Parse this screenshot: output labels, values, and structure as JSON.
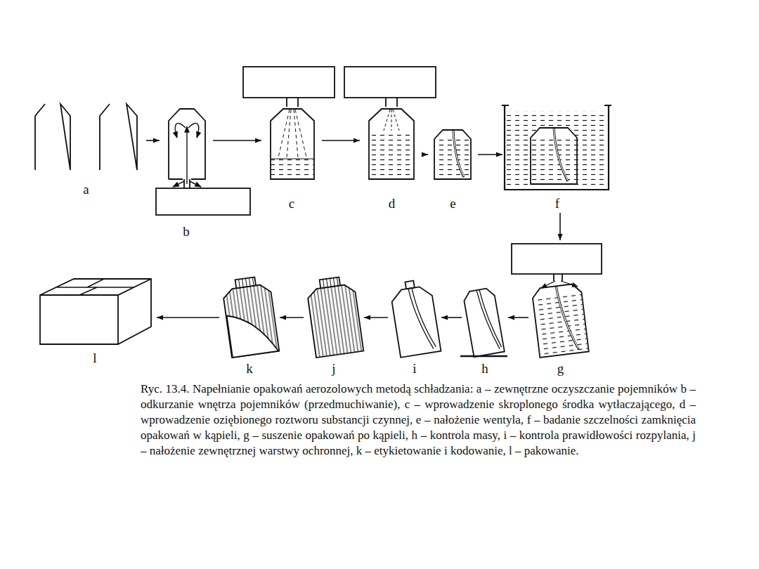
{
  "diagram": {
    "caption": "Ryc. 13.4. Napełnianie opakowań aerozolowych metodą schładzania: a – zewnętrzne oczyszczanie pojemników b – odkurzanie wnętrza pojemników (przedmuchiwanie), c – wprowadzenie skroplonego środka wytłaczającego, d – wprowadzenie oziębionego roztworu substancji czynnej, e – nałożenie wentyla, f – badanie szczelności zamknięcia opakowań w kąpieli, g – suszenie opakowań po kąpieli, h – kontrola masy, i – kontrola prawidłowości rozpylania, j – nałożenie zewnętrznej warstwy ochronnej, k – etykietowanie i kodowanie, l – pakowanie.",
    "nodes": [
      {
        "text": [
          "a"
        ]
      },
      {
        "text": [
          "b"
        ]
      },
      {
        "text": [
          "c"
        ]
      },
      {
        "text": [
          "d"
        ]
      },
      {
        "text": [
          "e"
        ]
      },
      {
        "text": [
          "f"
        ]
      },
      {
        "text": [
          "g"
        ]
      },
      {
        "text": [
          "h"
        ]
      },
      {
        "text": [
          "i"
        ]
      },
      {
        "text": [
          "j"
        ]
      },
      {
        "text": [
          "k"
        ]
      },
      {
        "text": [
          "l"
        ]
      }
    ],
    "edges": [
      {
        "from": 0,
        "to": 1,
        "arrow": "to"
      },
      {
        "from": 1,
        "to": 2,
        "arrow": "to"
      },
      {
        "from": 2,
        "to": 3,
        "arrow": "to"
      },
      {
        "from": 3,
        "to": 4,
        "arrow": "to"
      },
      {
        "from": 4,
        "to": 5,
        "arrow": "to"
      },
      {
        "from": 5,
        "to": 6,
        "arrow": "to"
      },
      {
        "from": 6,
        "to": 7,
        "arrow": "to"
      },
      {
        "from": 7,
        "to": 8,
        "arrow": "to"
      },
      {
        "from": 8,
        "to": 9,
        "arrow": "to"
      },
      {
        "from": 9,
        "to": 10,
        "arrow": "to"
      },
      {
        "from": 10,
        "to": 11,
        "arrow": "to"
      }
    ]
  }
}
